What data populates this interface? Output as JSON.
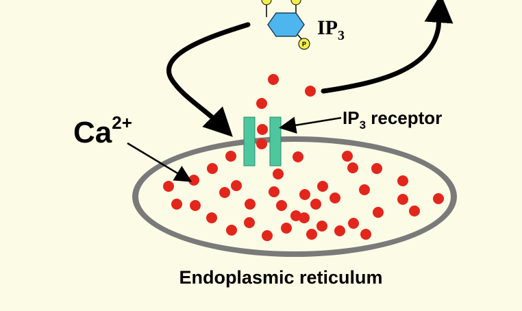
{
  "labels": {
    "ip3_main": "IP",
    "ip3_main_sub": "3",
    "calcium_main": "Ca",
    "calcium_sup": "2+",
    "receptor_main": "IP",
    "receptor_sub": "3",
    "receptor_rest": " receptor",
    "organelle": "Endoplasmic reticulum",
    "phosphate": "P"
  },
  "colors": {
    "background": "#fcfbe6",
    "ca_dot": "#e3261c",
    "receptor_channel": "#4fc79e",
    "hexagon": "#4db6ef",
    "phosphate": "#f3ee4b",
    "er_fill": "#fcfbe6",
    "er_outline": "#6b6b6b"
  },
  "icons": {
    "ip3_molecule": "hexagon-with-phosphates-icon",
    "arrow_in": "curved-arrow-in-icon",
    "arrow_out": "curved-arrow-out-icon"
  }
}
